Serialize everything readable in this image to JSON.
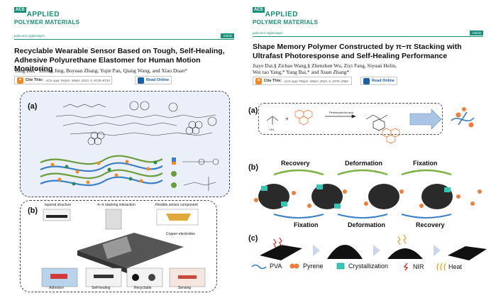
{
  "left": {
    "brand": {
      "acs": "ACS",
      "line1": "APPLIED",
      "line2": "POLYMER MATERIALS"
    },
    "url": "pubs.acs.org/acsapm",
    "tag": "Article",
    "title": "Recyclable Wearable Sensor Based on Tough, Self-Healing, Adhesive Polyurethane Elastomer for Human Motion Monitoring",
    "authors": "Yang Bai,* Zhong Jing, Boyuan Zhang, Yujie Pan, Qiang Wang, and Xiao Duan*",
    "cite_label": "Cite This:",
    "cite_text": "ACS Appl. Polym. Mater. 2023, 5, 8728−8734",
    "read_online": "Read Online",
    "figure": {
      "panel_a": "(a)",
      "panel_b": "(b)",
      "labels": {
        "layered": "layered structure",
        "pi_stacking": "π–π stacking interaction",
        "flexible": "Flexible sensor component",
        "copper": "Copper electrodes",
        "adhesion": "Adhesion",
        "self_healing": "Self-healing",
        "recyclable": "Recyclable",
        "sensing": "Sensing"
      }
    }
  },
  "right": {
    "brand": {
      "acs": "ACS",
      "line1": "APPLIED",
      "line2": "POLYMER MATERIALS"
    },
    "url": "pubs.acs.org/acsapm",
    "tag": "Article",
    "title": "Shape Memory Polymer Constructed by π−π Stacking with Ultrafast Photoresponse and Self-Healing Performance",
    "authors": "Jiaye Dai,§ Zichao Wang,§ Zhenzhen Wu, Ziyi Fang, Siyuan Helin, Wei tao Yang,* Yang Bai,* and Xuan Zhang*",
    "cite_label": "Cite This:",
    "cite_text": "ACS Appl. Polym. Mater. 2023, 5, 2575−2582",
    "read_online": "Read Online",
    "figure": {
      "panel_a": "(a)",
      "panel_b": "(b)",
      "panel_c": "(c)",
      "reagent": "Pentaerythritol acid",
      "oh": "OH",
      "steps_top": [
        "Recovery",
        "Deformation",
        "Fixation"
      ],
      "steps_bottom": [
        "Fixation",
        "Deformation",
        "Recovery"
      ],
      "legend": [
        "PVA",
        "Pyrene",
        "Crystallization",
        "NIR",
        "Heat"
      ],
      "colors": {
        "pyrene": "#f07d3c",
        "crystal": "#35c7b4",
        "nir": "#c92a2a",
        "heat": "#f29b1c"
      }
    }
  }
}
